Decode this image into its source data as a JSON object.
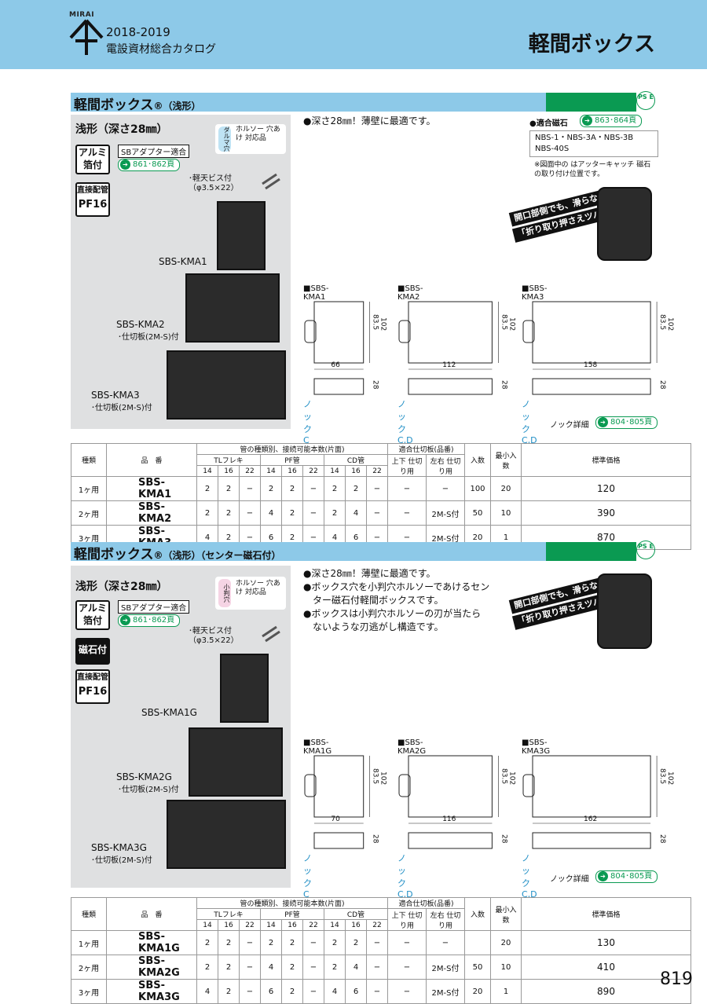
{
  "header": {
    "brand": "MIRAI",
    "year": "2018-2019",
    "catalog": "電設資材総合カタログ",
    "page_title": "軽間ボックス"
  },
  "colors": {
    "header_bg": "#8dc9e8",
    "accent_green": "#0a9a52",
    "nokku_blue": "#1f8ec5"
  },
  "section1": {
    "title": "軽間ボックス",
    "reg": "®",
    "subtitle": "（浅形）",
    "pse": "PS E",
    "panel": {
      "depth": "浅形（深さ28㎜）",
      "badge_alumi": "アルミ 箔付",
      "badge_direct": "直接配管",
      "badge_pf": "PF16",
      "sb_adapter": "SBアダプター適合",
      "sb_ref": "861･862頁",
      "hole_tag": "ダルマ穴",
      "hole_note": "ホルソー 穴あけ 対応品",
      "screw": "･軽天ビス付",
      "screw_size": "（φ3.5×22）",
      "models": [
        {
          "name": "SBS-KMA1",
          "note": ""
        },
        {
          "name": "SBS-KMA2",
          "note": "･仕切板(2M-S)付"
        },
        {
          "name": "SBS-KMA3",
          "note": "･仕切板(2M-S)付"
        }
      ]
    },
    "bullets": [
      "●深さ28㎜！薄壁に最適です。"
    ],
    "magnet_label": "●適合磁石",
    "magnet_ref": "863･864頁",
    "magnets": "NBS-1・NBS-3A・NBS-3B NBS-40S",
    "magnet_note": "※図面中の はアッターキャッチ 磁石の取り付け位置です。",
    "callout": [
      "開口部側でも、滑らない",
      "「折り取り押さえツバ付」"
    ],
    "diagrams": [
      {
        "title": "■SBS-KMA1",
        "width": "66",
        "h1": "83.5",
        "h2": "102",
        "depth": "28",
        "nokku": "ノックC"
      },
      {
        "title": "■SBS-KMA2",
        "width": "112",
        "h1": "83.5",
        "h2": "102",
        "depth": "28",
        "nokku": "ノックC,D"
      },
      {
        "title": "■SBS-KMA3",
        "width": "158",
        "h1": "83.5",
        "h2": "102",
        "depth": "28",
        "nokku": "ノックC,D"
      }
    ],
    "nokku_detail": "ノック詳細",
    "nokku_ref": "804･805頁",
    "table": {
      "headers": {
        "type": "種類",
        "product": "品　番",
        "pipes": "管の種類別、接続可能本数(片面)",
        "tl": "TLフレキ",
        "pf": "PF管",
        "cd": "CD管",
        "sizes": [
          "14",
          "16",
          "22",
          "14",
          "16",
          "22",
          "14",
          "16",
          "22"
        ],
        "partition": "適合仕切板(品番)",
        "updown": "上下 仕切り用",
        "leftright": "左右 仕切り用",
        "qty": "入数",
        "min_qty": "最小入数",
        "price": "標準価格"
      },
      "rows": [
        {
          "type": "1ヶ用",
          "product": "SBS-KMA1",
          "counts": [
            "2",
            "2",
            "−",
            "2",
            "2",
            "−",
            "2",
            "2",
            "−"
          ],
          "updown": "−",
          "leftright": "−",
          "qty": "100",
          "min_qty": "20",
          "price": "120"
        },
        {
          "type": "2ヶ用",
          "product": "SBS-KMA2",
          "counts": [
            "2",
            "2",
            "−",
            "4",
            "2",
            "−",
            "2",
            "4",
            "−"
          ],
          "updown": "−",
          "leftright": "2M-S付",
          "qty": "50",
          "min_qty": "10",
          "price": "390"
        },
        {
          "type": "3ヶ用",
          "product": "SBS-KMA3",
          "counts": [
            "4",
            "2",
            "−",
            "6",
            "2",
            "−",
            "4",
            "6",
            "−"
          ],
          "updown": "−",
          "leftright": "2M-S付",
          "qty": "20",
          "min_qty": "1",
          "price": "870"
        }
      ]
    }
  },
  "section2": {
    "title": "軽間ボックス",
    "reg": "®",
    "subtitle": "（浅形）（センター磁石付）",
    "pse": "PS E",
    "panel": {
      "depth": "浅形（深さ28㎜）",
      "badge_alumi": "アルミ 箔付",
      "badge_magnet": "磁石付",
      "badge_direct": "直接配管",
      "badge_pf": "PF16",
      "sb_adapter": "SBアダプター適合",
      "sb_ref": "861･862頁",
      "hole_tag": "小判穴",
      "hole_note": "ホルソー 穴あけ 対応品",
      "screw": "･軽天ビス付",
      "screw_size": "（φ3.5×22）",
      "models": [
        {
          "name": "SBS-KMA1G",
          "note": ""
        },
        {
          "name": "SBS-KMA2G",
          "note": "･仕切板(2M-S)付"
        },
        {
          "name": "SBS-KMA3G",
          "note": "･仕切板(2M-S)付"
        }
      ]
    },
    "bullets": [
      "●深さ28㎜！薄壁に最適です。",
      "●ボックス穴を小判穴ホルソーであけるセン",
      "　ター磁石付軽間ボックスです。",
      "●ボックスは小判穴ホルソーの刃が当たら",
      "　ないような刃逃がし構造です。"
    ],
    "callout": [
      "開口部側でも、滑らない",
      "「折り取り押さえツバ付」"
    ],
    "diagrams": [
      {
        "title": "■SBS-KMA1G",
        "width": "70",
        "h1": "83.5",
        "h2": "102",
        "depth": "28",
        "nokku": "ノックC"
      },
      {
        "title": "■SBS-KMA2G",
        "width": "116",
        "h1": "83.5",
        "h2": "102",
        "depth": "28",
        "nokku": "ノックC,D"
      },
      {
        "title": "■SBS-KMA3G",
        "width": "162",
        "h1": "83.5",
        "h2": "102",
        "depth": "28",
        "nokku": "ノックC,D"
      }
    ],
    "nokku_detail": "ノック詳細",
    "nokku_ref": "804･805頁",
    "table": {
      "headers": {
        "type": "種類",
        "product": "品　番",
        "pipes": "管の種類別、接続可能本数(片面)",
        "tl": "TLフレキ",
        "pf": "PF管",
        "cd": "CD管",
        "sizes": [
          "14",
          "16",
          "22",
          "14",
          "16",
          "22",
          "14",
          "16",
          "22"
        ],
        "partition": "適合仕切板(品番)",
        "updown": "上下 仕切り用",
        "leftright": "左右 仕切り用",
        "qty": "入数",
        "min_qty": "最小入数",
        "price": "標準価格"
      },
      "rows": [
        {
          "type": "1ヶ用",
          "product": "SBS-KMA1G",
          "counts": [
            "2",
            "2",
            "−",
            "2",
            "2",
            "−",
            "2",
            "2",
            "−"
          ],
          "updown": "−",
          "leftright": "−",
          "qty": "",
          "min_qty": "20",
          "price": "130"
        },
        {
          "type": "2ヶ用",
          "product": "SBS-KMA2G",
          "counts": [
            "2",
            "2",
            "−",
            "4",
            "2",
            "−",
            "2",
            "4",
            "−"
          ],
          "updown": "−",
          "leftright": "2M-S付",
          "qty": "50",
          "min_qty": "10",
          "price": "410"
        },
        {
          "type": "3ヶ用",
          "product": "SBS-KMA3G",
          "counts": [
            "4",
            "2",
            "−",
            "6",
            "2",
            "−",
            "4",
            "6",
            "−"
          ],
          "updown": "−",
          "leftright": "2M-S付",
          "qty": "20",
          "min_qty": "1",
          "price": "890"
        }
      ]
    }
  },
  "page_number": "819"
}
